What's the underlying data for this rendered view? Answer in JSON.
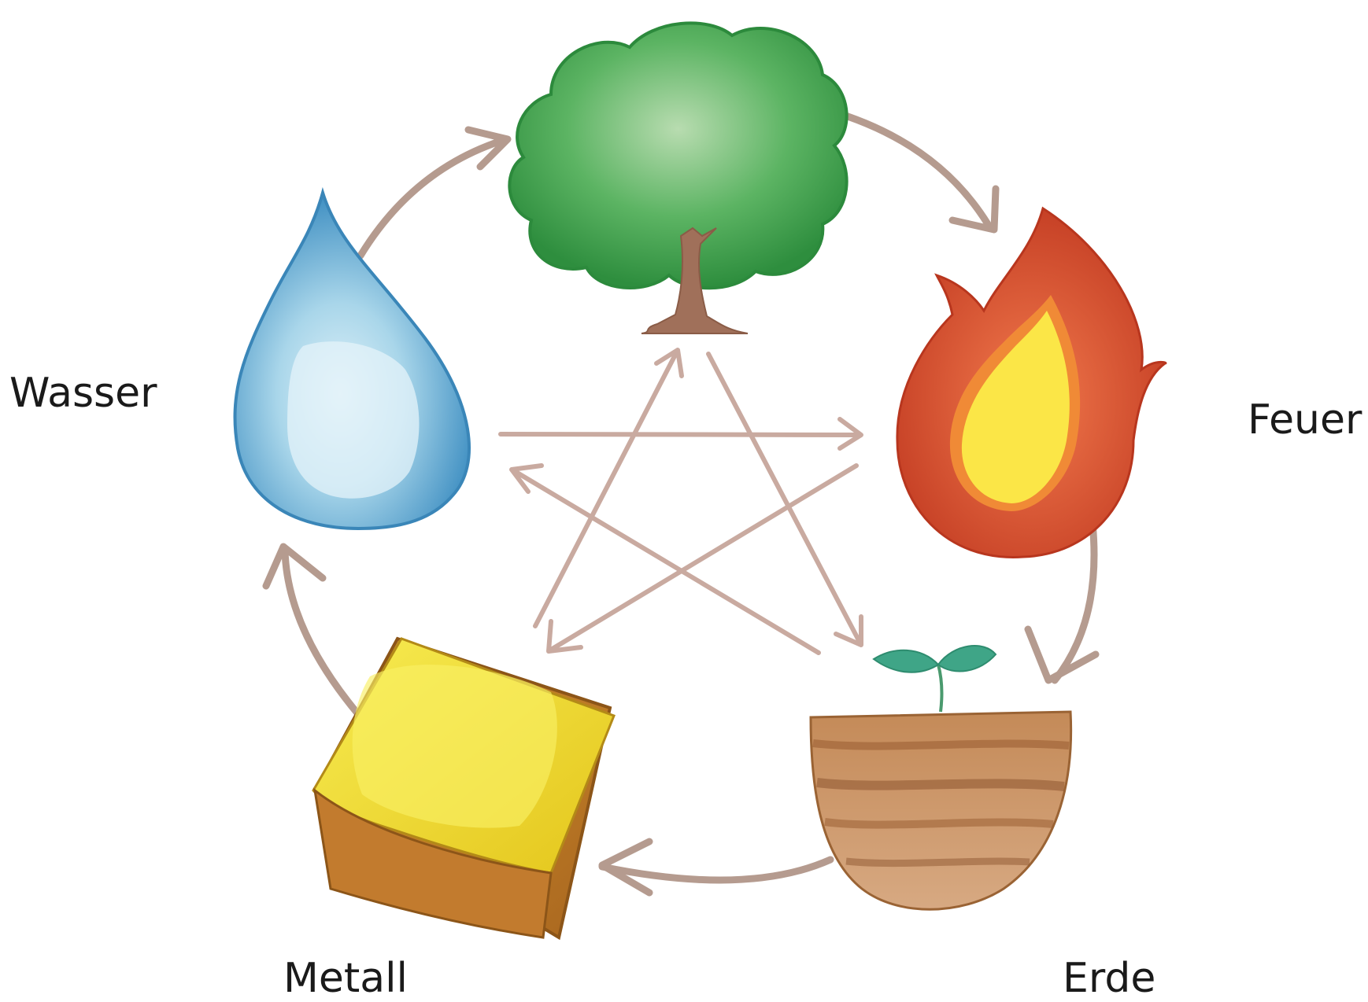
{
  "title": "",
  "elements": [
    {
      "id": "wood",
      "label": "",
      "icon": "tree-icon"
    },
    {
      "id": "fire",
      "label": "Feuer",
      "icon": "flame-icon"
    },
    {
      "id": "earth",
      "label": "Erde",
      "icon": "earth-bowl-sprout-icon"
    },
    {
      "id": "metal",
      "label": "Metall",
      "icon": "gold-bar-icon"
    },
    {
      "id": "water",
      "label": "Wasser",
      "icon": "water-drop-icon"
    }
  ],
  "cycle_arrows": [
    {
      "from": "water",
      "to": "wood"
    },
    {
      "from": "wood",
      "to": "fire"
    },
    {
      "from": "fire",
      "to": "earth"
    },
    {
      "from": "earth",
      "to": "metal"
    },
    {
      "from": "metal",
      "to": "water"
    }
  ],
  "star_arrows": [
    {
      "from": "water",
      "to": "fire"
    },
    {
      "from": "fire",
      "to": "metal"
    },
    {
      "from": "metal",
      "to": "wood"
    },
    {
      "from": "wood",
      "to": "earth"
    },
    {
      "from": "earth",
      "to": "water"
    }
  ],
  "colors": {
    "arrow": "#b59b8f",
    "star": "#c9aaa0",
    "tree": "#3fa34d",
    "fire": "#d9472b",
    "water": "#5aa8d4",
    "metal": "#e6d02a",
    "earth": "#b07a4c"
  }
}
